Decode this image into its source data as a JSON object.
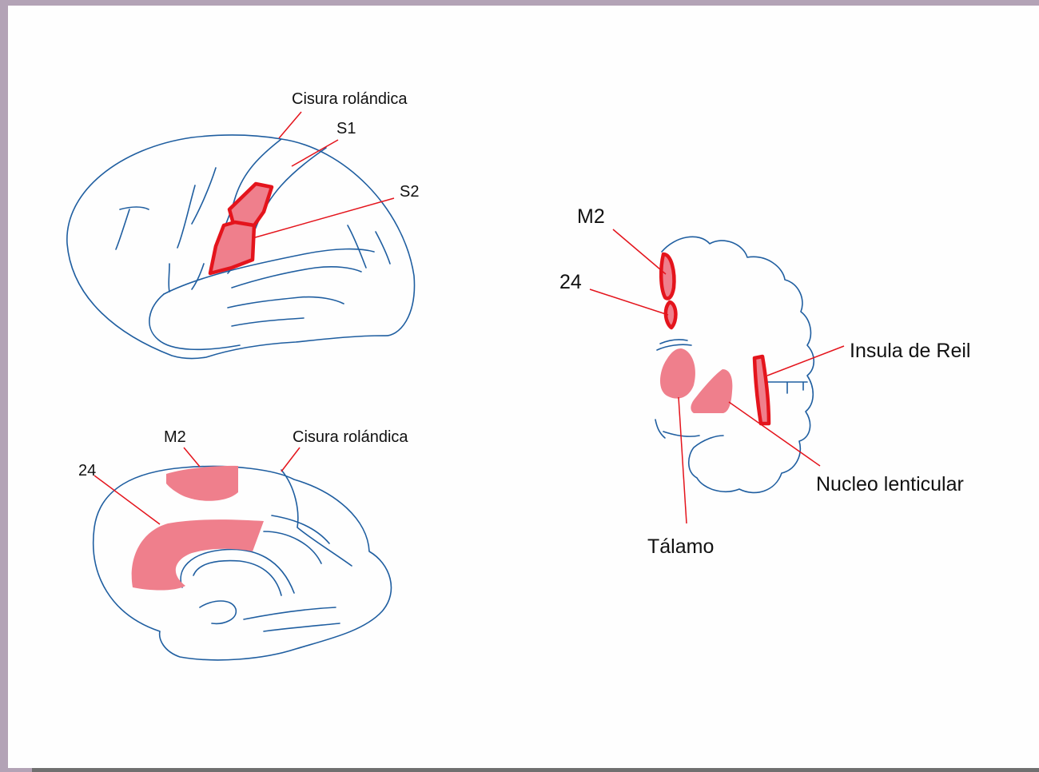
{
  "colors": {
    "frame": "#b3a3b6",
    "background": "#fefefe",
    "outline": "#1f5ea0",
    "highlight_fill": "#ef7f8c",
    "highlight_stroke": "#e4141c",
    "leader_line": "#e4141c"
  },
  "lateral_view": {
    "label_rolandic": "Cisura rolándica",
    "label_s1": "S1",
    "label_s2": "S2"
  },
  "medial_view": {
    "label_m2": "M2",
    "label_24": "24",
    "label_rolandic": "Cisura rolándica"
  },
  "coronal_view": {
    "label_m2": "M2",
    "label_24": "24",
    "label_insula": "Insula de Reil",
    "label_lenticular": "Nucleo lenticular",
    "label_thalamus": "Tálamo"
  }
}
